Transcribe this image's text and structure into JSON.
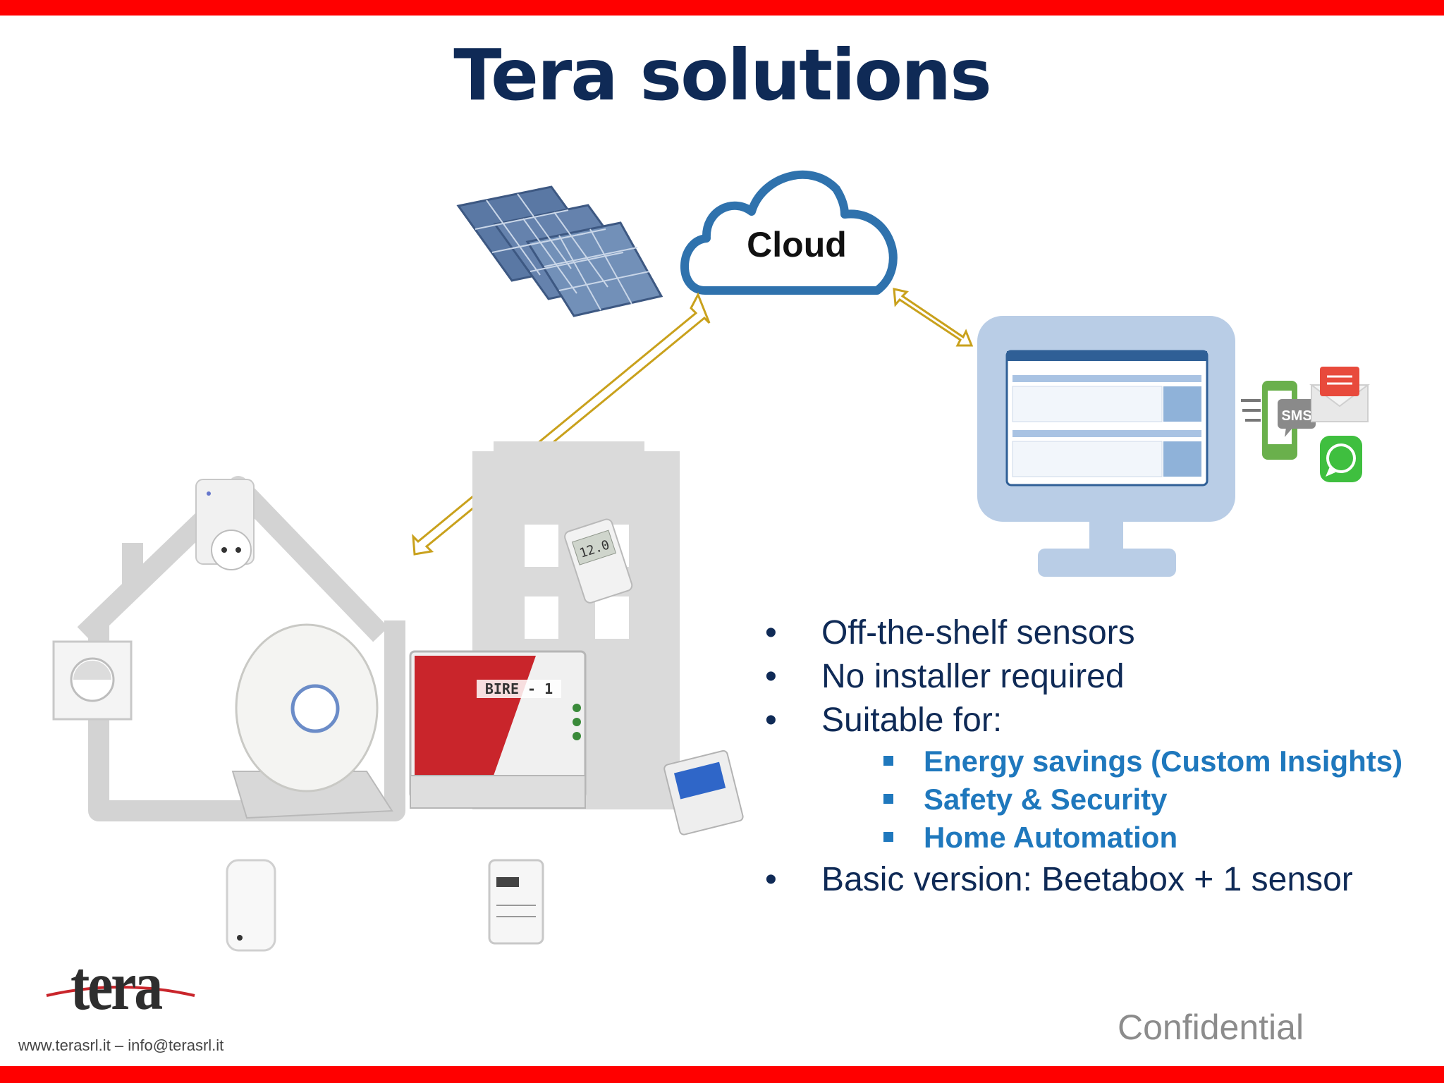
{
  "slide": {
    "title": "Tera solutions",
    "cloud_label": "Cloud",
    "bullets": [
      {
        "text": "Off-the-shelf sensors"
      },
      {
        "text": "No installer required"
      },
      {
        "text": "Suitable for:"
      }
    ],
    "sub_bullets": [
      {
        "text": "Energy savings (Custom Insights)"
      },
      {
        "text": "Safety & Security"
      },
      {
        "text": "Home Automation"
      }
    ],
    "last_bullet": {
      "text": "Basic version:  Beetabox  + 1 sensor"
    },
    "bullet_glyph": "•",
    "sms_label": "SMS",
    "confidential": "Confidential",
    "footer": "www.terasrl.it – info@terasrl.it",
    "logo": "tera",
    "device_label": "BIRE - 1",
    "thermostat_reading": "12.0"
  },
  "colors": {
    "top_bar": "#ff0000",
    "title": "#0f2a56",
    "sub_bullets": "#1f78bd",
    "cloud_outline": "#2f72ad",
    "arrows": "#c9a11c",
    "monitor": "#b9cde6"
  },
  "icons": [
    "solar-panel-icon",
    "cloud-icon",
    "monitor-icon",
    "sms-phone-icon",
    "email-icon",
    "whatsapp-icon",
    "house-icon",
    "building-icon",
    "smart-plug-icon",
    "thermostat-icon",
    "hub-device-icon",
    "din-controller-icon",
    "energy-meter-icon",
    "motion-sensor-icon",
    "wall-sensor-icon",
    "gas-meter-icon"
  ]
}
